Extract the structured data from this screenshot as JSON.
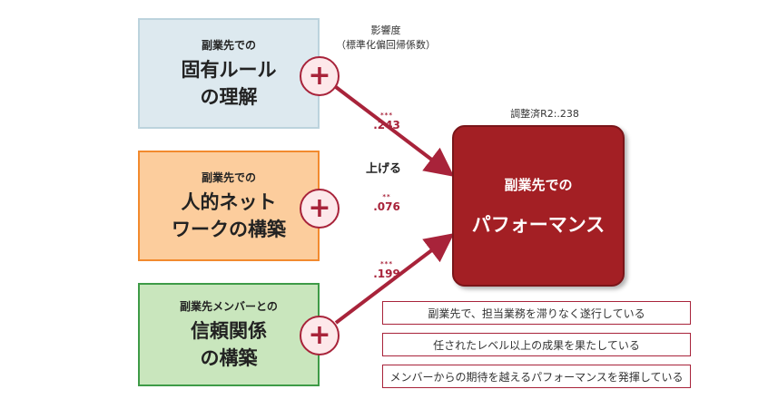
{
  "predictors": [
    {
      "prefix": "副業先での",
      "line1": "固有ルール",
      "line2": "の理解",
      "coefficient": ".243",
      "stars": "***",
      "sign": "+"
    },
    {
      "prefix": "副業先での",
      "line1": "人的ネット",
      "line2": "ワークの構築",
      "coefficient": ".076",
      "stars": "**",
      "sign": "+"
    },
    {
      "prefix": "副業先メンバーとの",
      "line1": "信頼関係",
      "line2": "の構築",
      "coefficient": ".199",
      "stars": "***",
      "sign": "+"
    }
  ],
  "influence_label": {
    "line1": "影響度",
    "line2": "（標準化偏回帰係数）"
  },
  "r2_label": "調整済R2:.238",
  "raise_label": "上げる",
  "outcome": {
    "prefix": "副業先での",
    "title": "パフォーマンス"
  },
  "items": [
    "副業先で、担当業務を滞りなく遂行している",
    "任されたレベル以上の成果を果たしている",
    "メンバーからの期待を越えるパフォーマンスを発揮している"
  ],
  "colors": {
    "accent": "#a8233a",
    "outcome": "#a31f24",
    "box1": "#dde9ef",
    "box2": "#fccd9d",
    "box3": "#c9e6bd"
  }
}
